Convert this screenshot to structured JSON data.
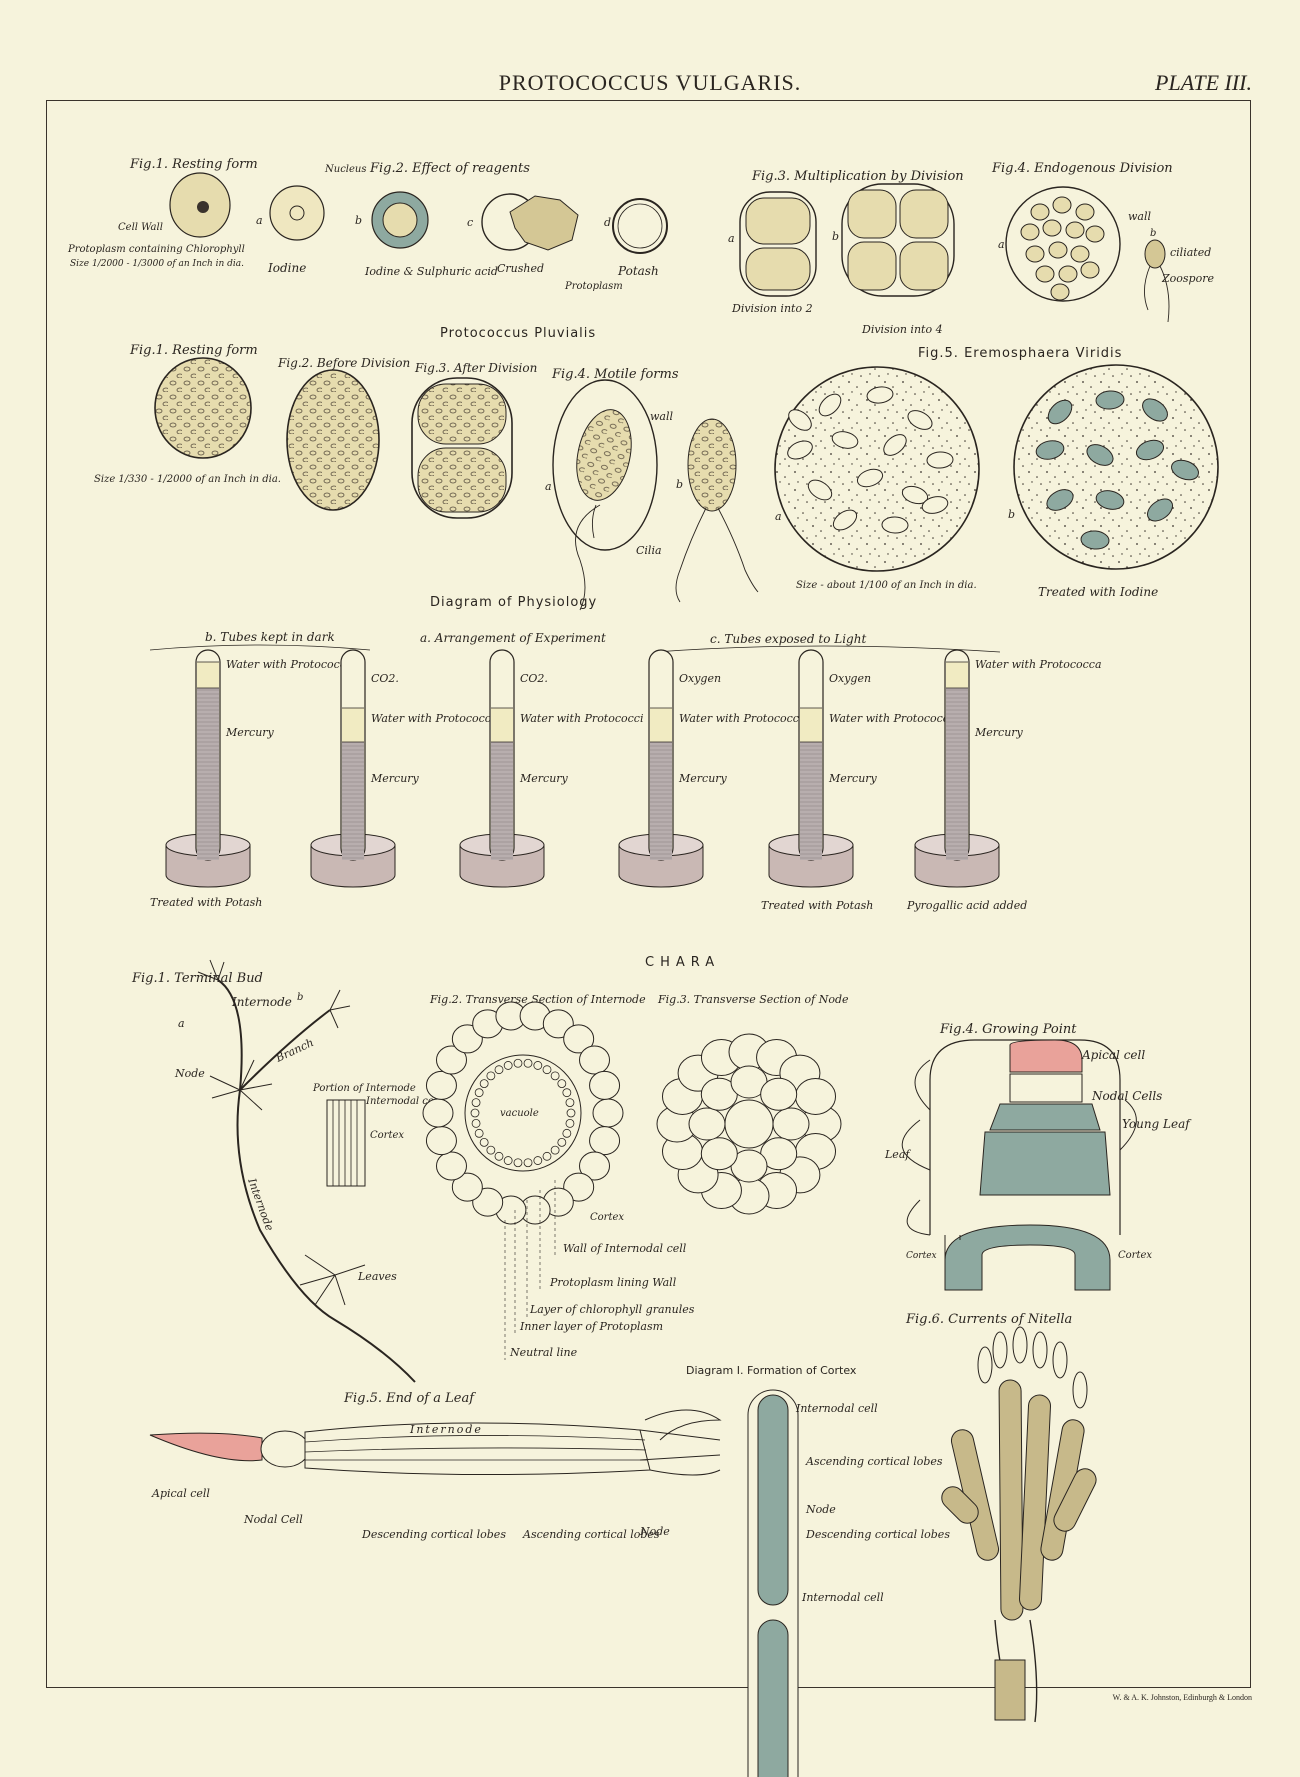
{
  "header": {
    "title": "PROTOCOCCUS VULGARIS.",
    "plate": "PLATE III."
  },
  "footer": {
    "publisher": "W. & A. K. Johnston, Edinburgh & London"
  },
  "colors": {
    "paper": "#f6f3dc",
    "ink": "#2a2520",
    "cell_fill": "#e6dcae",
    "teal": "#8ea9a0",
    "pink": "#e9a29a",
    "mercury": "#b8aeae",
    "dish": "#c9b8b4",
    "khaki": "#c7b98a"
  },
  "protococcus_vulgaris": {
    "fig1_title": "Fig.1. Resting form",
    "fig1_labels": [
      "Cell Wall",
      "Protoplasm containing Chlorophyll",
      "Size 1/2000 - 1/3000 of an Inch in dia."
    ],
    "fig2_title": "Fig.2. Effect of reagents",
    "fig2_labels": [
      "Nucleus",
      "Iodine",
      "Iodine & Sulphuric acid",
      "Crushed",
      "Protoplasm",
      "Potash"
    ],
    "letters": [
      "a",
      "b",
      "c",
      "d"
    ],
    "fig3_title": "Fig.3. Multiplication by Division",
    "fig3_labels": [
      "Division into 2",
      "Division into 4"
    ],
    "fig4_title": "Fig.4. Endogenous Division",
    "fig4_labels": [
      "wall",
      "ciliated",
      "Zoospore"
    ]
  },
  "protococcus_pluvialis": {
    "heading": "Protococcus Pluvialis",
    "fig1_title": "Fig.1. Resting form",
    "fig1_size": "Size 1/330 - 1/2000 of an Inch in dia.",
    "fig2_title": "Fig.2. Before Division",
    "fig3_title": "Fig.3. After Division",
    "fig4_title": "Fig.4. Motile forms",
    "fig4_labels": [
      "wall",
      "Cilia"
    ]
  },
  "eremosphaera": {
    "title": "Fig.5. Eremosphaera Viridis",
    "size": "Size - about 1/100 of an Inch in dia.",
    "iodine": "Treated with Iodine"
  },
  "physiology": {
    "heading": "Diagram of Physiology",
    "group_b": "b. Tubes kept in dark",
    "group_a": "a. Arrangement of Experiment",
    "group_c": "c. Tubes exposed to Light",
    "tubes": [
      {
        "top": "Water with Protococci",
        "mid": "Mercury",
        "bottom": "Treated with Potash"
      },
      {
        "top": "CO2.",
        "mid": "Water with Protococci",
        "bottom": "Mercury"
      },
      {
        "top": "CO2.",
        "mid": "Water with Protococci",
        "bottom": "Mercury"
      },
      {
        "top": "Oxygen",
        "mid": "Water with Protococci",
        "bottom": "Mercury"
      },
      {
        "top": "Oxygen",
        "mid": "Water with Protococca",
        "bottom": "Mercury",
        "caption": "Treated with Potash"
      },
      {
        "top": "Water with Protococca",
        "mid": "Mercury",
        "caption": "Pyrogallic acid added"
      }
    ]
  },
  "chara": {
    "heading": "CHARA",
    "fig1_title": "Fig.1. Terminal Bud",
    "fig1_labels": [
      "Internode",
      "Branch",
      "Node",
      "Internode",
      "Leaves",
      "Portion of Internode",
      "Internodal cell",
      "Cortex"
    ],
    "fig2_title": "Fig.2. Transverse Section of Internode",
    "fig2_labels": [
      "vacuole",
      "Cortex",
      "Wall of Internodal cell",
      "Protoplasm lining Wall",
      "Layer of chlorophyll granules",
      "Inner layer of Protoplasm",
      "Neutral line"
    ],
    "fig3_title": "Fig.3. Transverse Section of Node",
    "fig4_title": "Fig.4. Growing Point",
    "fig4_labels": [
      "Apical cell",
      "Nodal Cells",
      "Young Leaf",
      "Leaf",
      "Cortex",
      "Cortex"
    ],
    "fig5_title": "Fig.5. End of a Leaf",
    "fig5_labels": [
      "Internode",
      "Apical cell",
      "Nodal Cell",
      "Descending cortical lobes",
      "Ascending cortical lobes",
      "Node"
    ],
    "diagram1_title": "Diagram I. Formation of Cortex",
    "diagram1_labels": [
      "Internodal cell",
      "Ascending cortical lobes",
      "Node",
      "Descending cortical lobes",
      "Internodal cell"
    ],
    "fig6_title": "Fig.6. Currents of Nitella"
  }
}
